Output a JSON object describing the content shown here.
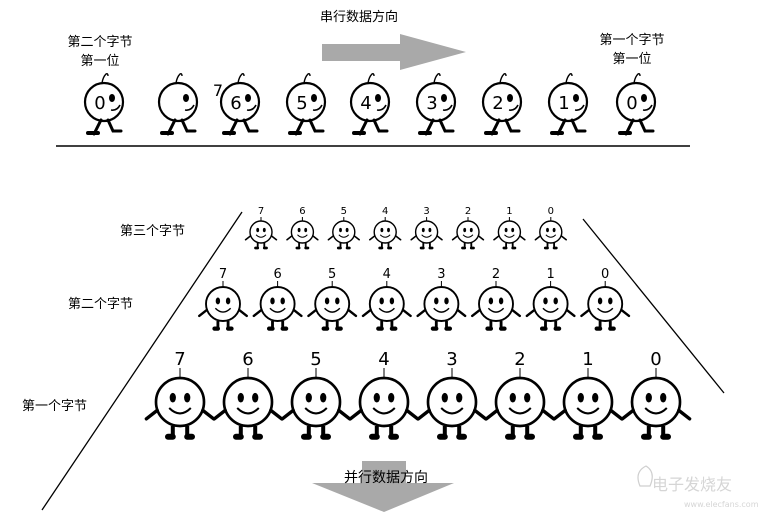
{
  "serial": {
    "title": "串行数据方向",
    "left_label": {
      "line1": "第二个字节",
      "line2": "第一位"
    },
    "right_label": {
      "line1": "第一个字节",
      "line2": "第一位"
    },
    "figures": [
      {
        "digit": "0"
      },
      {
        "digit": ""
      },
      {
        "digit": "6",
        "extra": "7"
      },
      {
        "digit": "5"
      },
      {
        "digit": "4"
      },
      {
        "digit": "3"
      },
      {
        "digit": "2"
      },
      {
        "digit": "1"
      },
      {
        "digit": "0"
      }
    ]
  },
  "parallel": {
    "title": "并行数据方向",
    "rows": [
      {
        "label": "第三个字节",
        "digits": [
          "7",
          "6",
          "5",
          "4",
          "3",
          "2",
          "1",
          "0"
        ]
      },
      {
        "label": "第二个字节",
        "digits": [
          "7",
          "6",
          "5",
          "4",
          "3",
          "2",
          "1",
          "0"
        ]
      },
      {
        "label": "第一个字节",
        "digits": [
          "7",
          "6",
          "5",
          "4",
          "3",
          "2",
          "1",
          "0"
        ]
      }
    ]
  },
  "watermark": {
    "text": "电子发烧友",
    "url": "www.elecfans.com"
  },
  "colors": {
    "arrow": "#a9a9a9",
    "stroke": "#000000"
  }
}
